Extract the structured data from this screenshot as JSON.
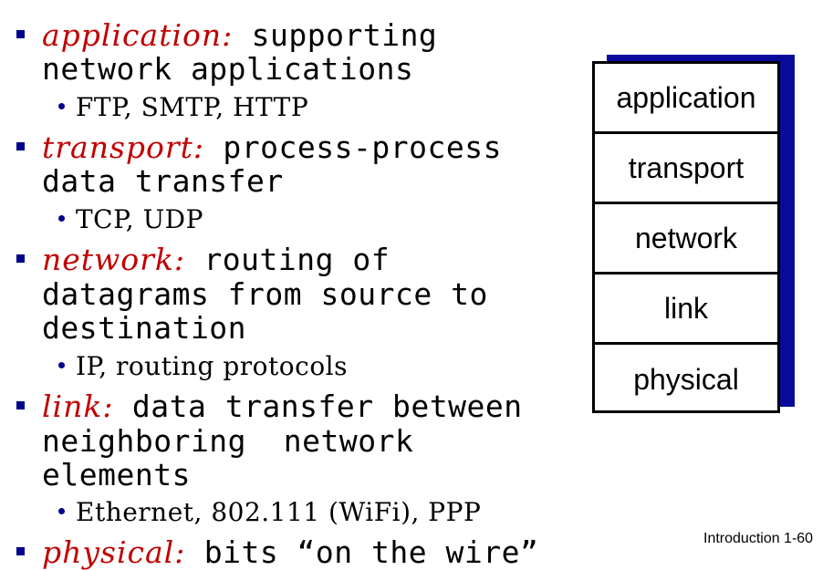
{
  "bullets": [
    {
      "term": "application:",
      "lines": [
        "supporting",
        "network applications"
      ],
      "sub": "FTP, SMTP, HTTP"
    },
    {
      "term": "transport:",
      "lines": [
        "process-process",
        "data transfer"
      ],
      "sub": "TCP, UDP"
    },
    {
      "term": "network:",
      "lines": [
        "routing of",
        "datagrams from source to",
        "destination"
      ],
      "sub": "IP, routing protocols"
    },
    {
      "term": "link:",
      "lines": [
        "data transfer between",
        "neighboring  network",
        "elements"
      ],
      "sub": "Ethernet, 802.111 (WiFi), PPP"
    },
    {
      "term": "physical:",
      "lines": [
        "bits “on the wire”"
      ],
      "sub": ""
    }
  ],
  "stack": {
    "layers": [
      "application",
      "transport",
      "network",
      "link",
      "physical"
    ]
  },
  "footer": {
    "label": "Introduction 1-60"
  },
  "colors": {
    "term": "#c00000",
    "bullet": "#00008b",
    "stack_shadow": "#0a0a9a"
  }
}
